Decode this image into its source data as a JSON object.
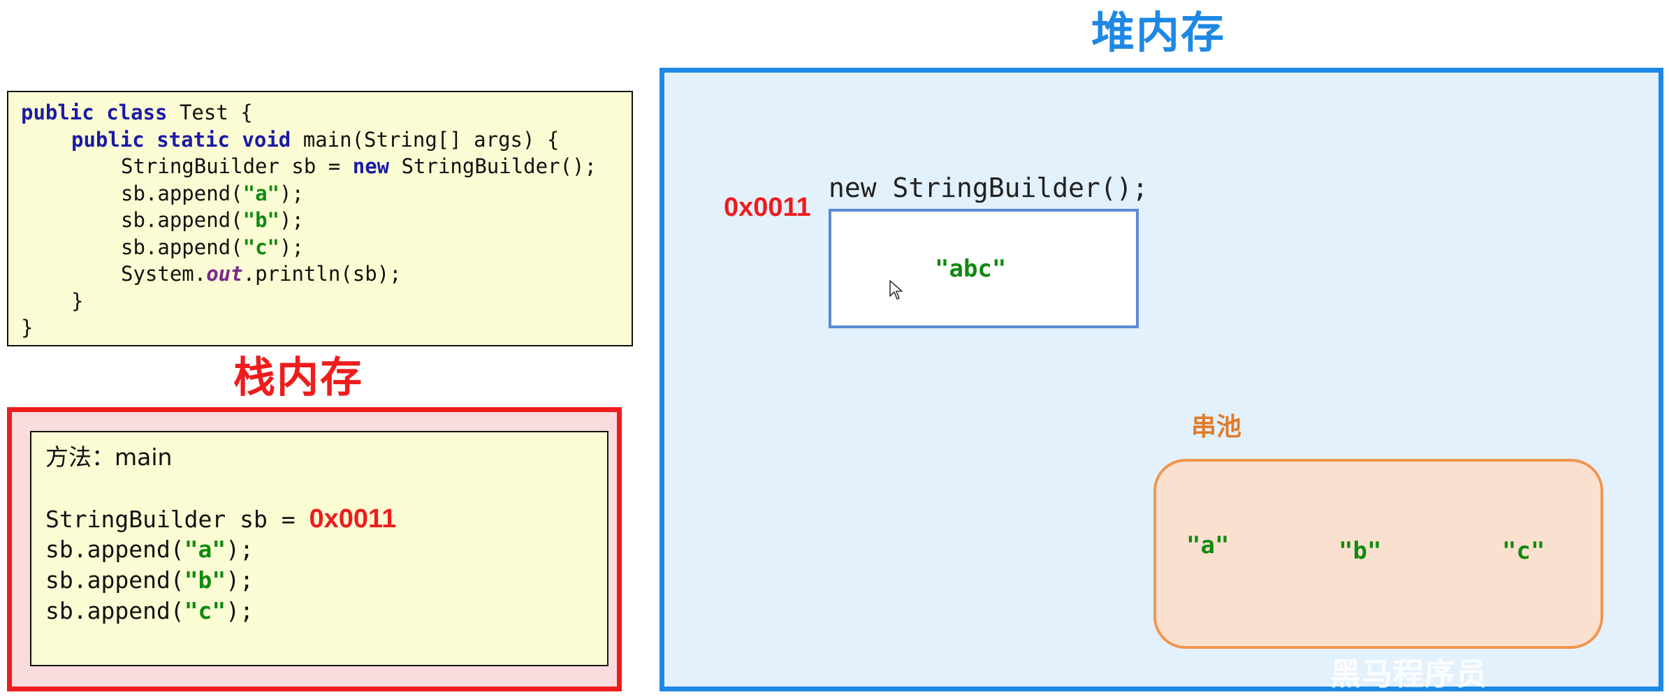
{
  "code": {
    "line1_kw": "public class",
    "line1_rest": " Test {",
    "line2_kw": "public static void",
    "line2_rest": " main(String[] args) {",
    "line3_pre": "StringBuilder sb = ",
    "line3_kw": "new",
    "line3_post": " StringBuilder();",
    "line4_pre": "sb.append(",
    "line4_str": "\"a\"",
    "line4_post": ");",
    "line5_pre": "sb.append(",
    "line5_str": "\"b\"",
    "line5_post": ");",
    "line6_pre": "sb.append(",
    "line6_str": "\"c\"",
    "line6_post": ");",
    "line7_pre": "System.",
    "line7_out": "out",
    "line7_post": ".println(sb);",
    "line8": "}",
    "line9": "}"
  },
  "stack": {
    "title": "栈内存",
    "method": "方法：main",
    "sb_decl": "StringBuilder sb = ",
    "sb_addr": "0x0011",
    "append_pre": "sb.append(",
    "append_a": "\"a\"",
    "append_b": "\"b\"",
    "append_c": "\"c\"",
    "append_post": ");"
  },
  "heap": {
    "title": "堆内存",
    "object_label": "new StringBuilder();",
    "object_addr": "0x0011",
    "object_value": "\"abc\"",
    "pool_label": "串池",
    "pool_items": [
      "\"a\"",
      "\"b\"",
      "\"c\""
    ]
  },
  "watermark": "黑马程序员",
  "colors": {
    "stack_accent": "#ee1c1c",
    "heap_accent": "#1e88e5",
    "pool_accent": "#f0964f",
    "string_green": "#0f8a0f"
  },
  "icons": {
    "cursor": "mouse-pointer-icon"
  }
}
